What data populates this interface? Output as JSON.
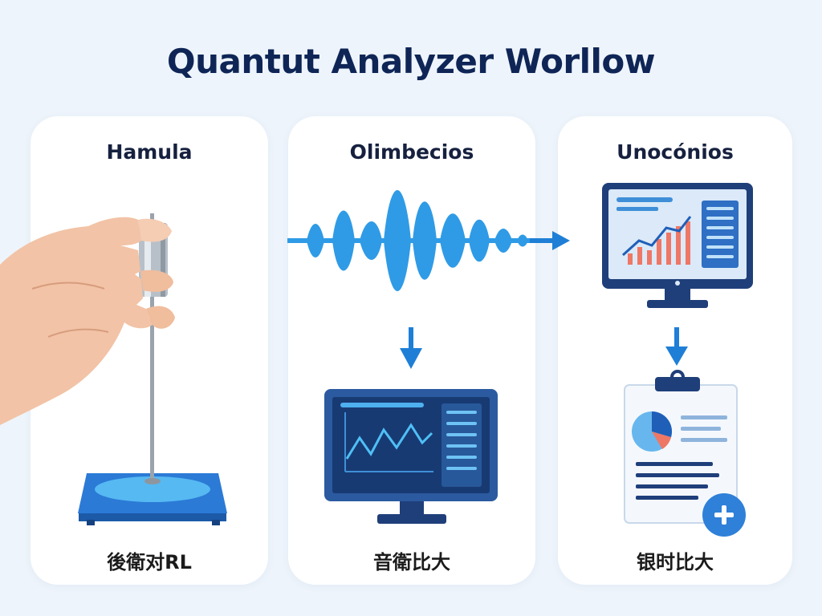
{
  "title": "Quantut Analyzer Worllow",
  "steps": [
    {
      "label": "Hamula",
      "caption": "後衛对RL"
    },
    {
      "label": "Olimbecios",
      "caption": "音衛比大"
    },
    {
      "label": "Unocónios",
      "caption": "银时比大"
    }
  ],
  "colors": {
    "navy": "#0e2556",
    "wave": "#2f9be6",
    "arrow": "#1f7fd6",
    "monitor": "#1f3f7a",
    "screen": "#dbe9f8",
    "bar": "#ee7766"
  }
}
